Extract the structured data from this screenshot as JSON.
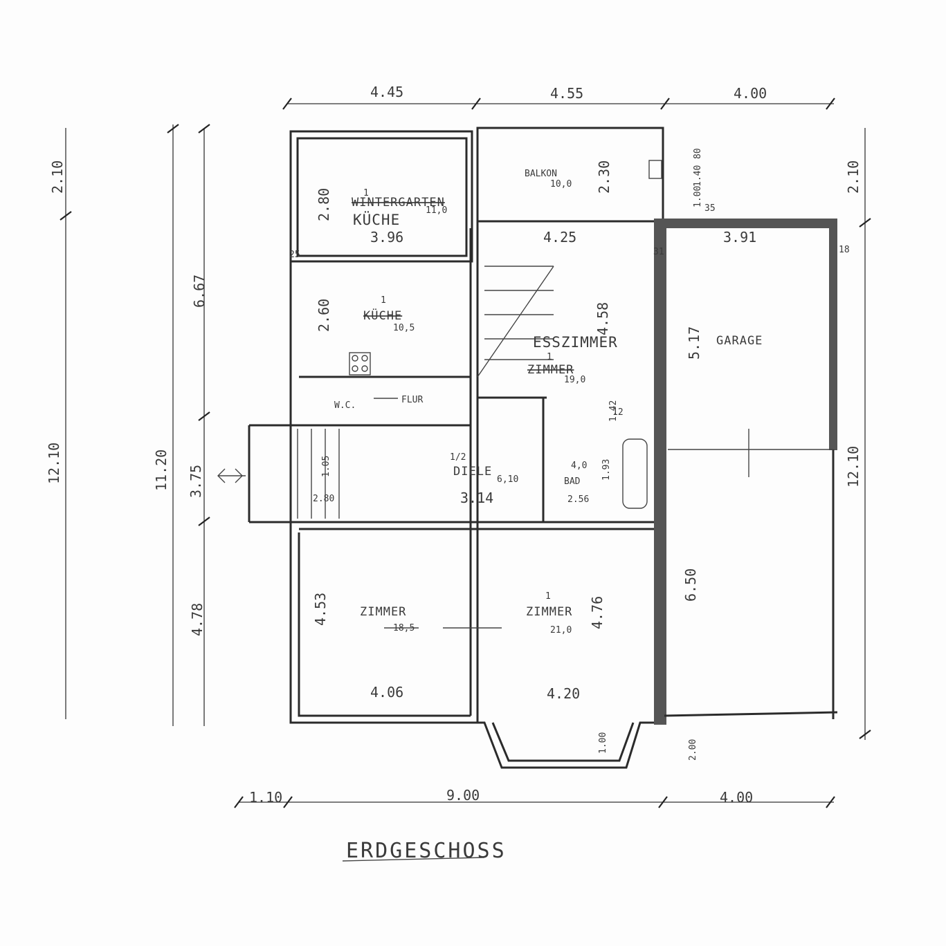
{
  "plan": {
    "title": "ERDGESCHOSS",
    "rooms": {
      "wintergarten": {
        "name": "WINTERGARTEN",
        "number": "1",
        "area": "11,0",
        "subtitle": "KÜCHE",
        "width": "3.96",
        "height": "2.80"
      },
      "kueche": {
        "name": "KÜCHE",
        "number": "1",
        "area": "10,5",
        "height": "2.60"
      },
      "wc": {
        "name": "W.C."
      },
      "flur": {
        "name": "FLUR"
      },
      "balkon": {
        "name": "BALKON",
        "area": "10,0",
        "height": "2.30"
      },
      "esszimmer": {
        "name": "ESSZIMMER",
        "subtitle": "ZIMMER",
        "number": "1",
        "area": "19,0",
        "width": "4.25",
        "height": "4.58"
      },
      "diele": {
        "name": "DIELE",
        "number": "1/2",
        "area": "6,10",
        "width": "3.14"
      },
      "bad": {
        "name": "BAD",
        "area": "4,0",
        "width": "2.56",
        "height": "1.93"
      },
      "zimmer_left": {
        "name": "ZIMMER",
        "area": "18,5",
        "width": "4.06",
        "height": "4.53"
      },
      "zimmer_right": {
        "name": "ZIMMER",
        "number": "1",
        "area": "21,0",
        "width": "4.20",
        "height": "4.76"
      },
      "garage": {
        "name": "GARAGE",
        "width": "3.91",
        "height": "5.17",
        "height2": "6.50"
      }
    },
    "dimensions": {
      "top": [
        "4.45",
        "4.55",
        "4.00"
      ],
      "bottom": [
        "1.10",
        "9.00",
        "4.00"
      ],
      "left_outer": [
        "2.10",
        "12.10"
      ],
      "left_inner": [
        "6.67",
        "11.20",
        "3.75",
        "4.78"
      ],
      "right": [
        "2.10",
        "12.10"
      ],
      "stair_w": "2.80",
      "stair_h": "1.05",
      "bay": "1.00",
      "bay2": "2.00",
      "bad_small": "1.42",
      "wall": [
        "25",
        "31",
        "18",
        "12",
        "35",
        "80",
        "1.40",
        "1.00"
      ]
    }
  }
}
